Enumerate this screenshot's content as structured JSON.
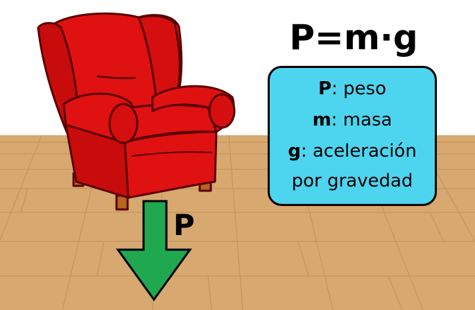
{
  "formula": "P=m·g",
  "force_label": "P",
  "legend": {
    "rows": [
      {
        "symbol": "P",
        "text": ": peso"
      },
      {
        "symbol": "m",
        "text": ": masa"
      },
      {
        "symbol": "g",
        "text": ": aceleración"
      }
    ],
    "continuation": "por gravedad"
  },
  "colors": {
    "chair": "#e01111",
    "chair_dark": "#8a0505",
    "floor": "#d7a86f",
    "floor_lines": "#c0905a",
    "arrow": "#1fa84f",
    "legend_bg": "#4dd4ee"
  }
}
